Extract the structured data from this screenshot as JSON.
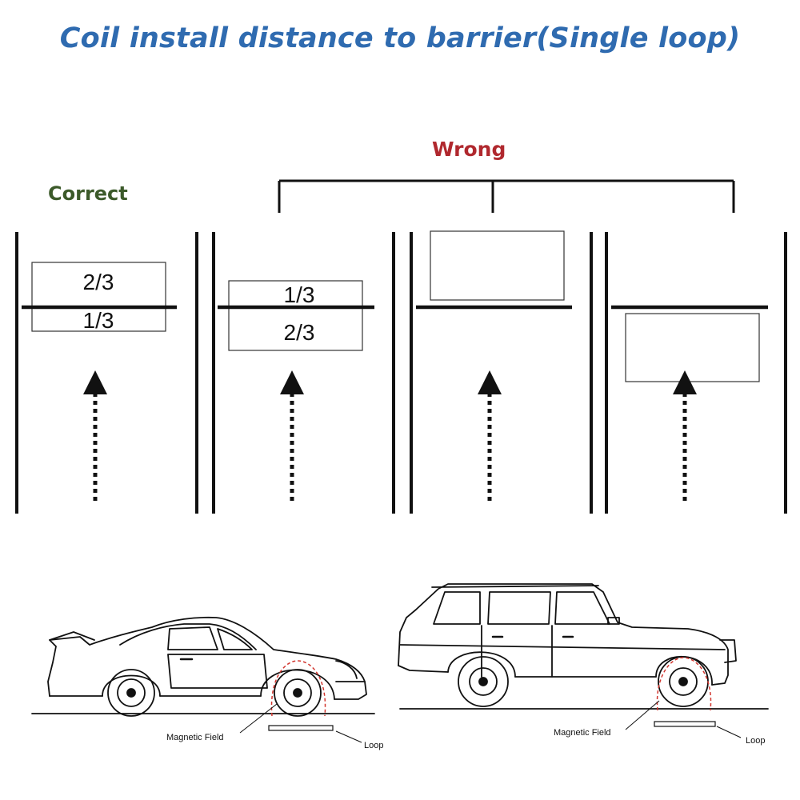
{
  "title": "Coil install distance to barrier(Single loop)",
  "labels": {
    "correct": "Correct",
    "wrong": "Wrong"
  },
  "panels": [
    {
      "status": "Correct",
      "loop_above_barrier": "2/3",
      "loop_below_barrier": "1/3"
    },
    {
      "status": "Wrong",
      "loop_above_barrier": "1/3",
      "loop_below_barrier": "2/3"
    },
    {
      "status": "Wrong",
      "loop_position": "entirely before barrier"
    },
    {
      "status": "Wrong",
      "loop_position": "entirely after barrier"
    }
  ],
  "vehicles": [
    {
      "name": "sports-car",
      "caption_field": "Magnetic Field",
      "caption_loop": "Loop"
    },
    {
      "name": "suv",
      "caption_field": "Magnetic Field",
      "caption_loop": "Loop"
    }
  ],
  "colors": {
    "title": "#2f6bb0",
    "correct": "#3c5a2a",
    "wrong": "#b0282e",
    "field": "#d2362f",
    "line": "#111111"
  }
}
